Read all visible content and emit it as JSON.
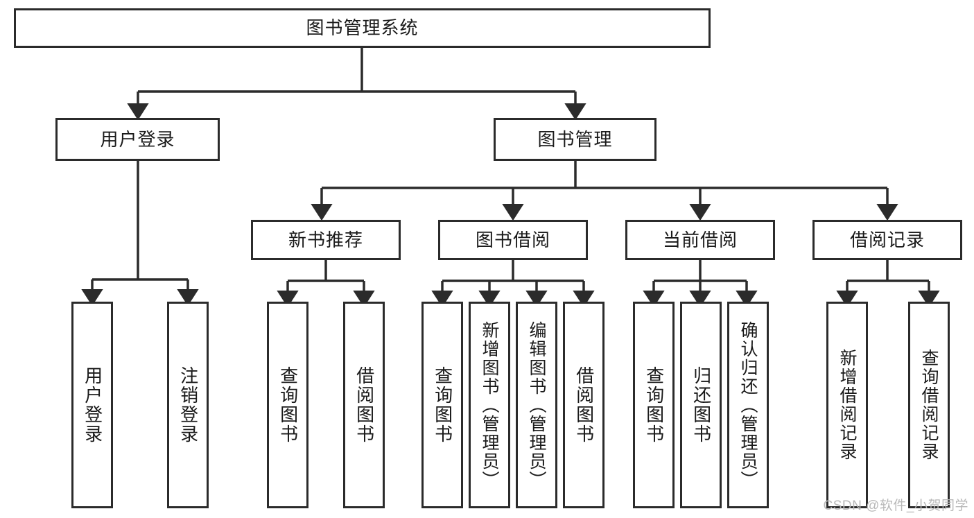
{
  "diagram": {
    "title": "图书管理系统",
    "watermark": "CSDN @软件_小贺同学",
    "line_color": "#2b2b2b",
    "box_fill": "#ffffff",
    "text_color": "#1a1a1a",
    "watermark_color": "#b8b8b8"
  },
  "nodes": {
    "root": {
      "label": "图书管理系统",
      "level": 1,
      "orientation": "horizontal"
    },
    "user_login": {
      "label": "用户登录",
      "level": 2,
      "orientation": "horizontal"
    },
    "book_manage": {
      "label": "图书管理",
      "level": 2,
      "orientation": "horizontal"
    },
    "new_book_rec": {
      "label": "新书推荐",
      "level": 3,
      "orientation": "horizontal"
    },
    "book_borrow": {
      "label": "图书借阅",
      "level": 3,
      "orientation": "horizontal"
    },
    "current_borrow": {
      "label": "当前借阅",
      "level": 3,
      "orientation": "horizontal"
    },
    "borrow_record": {
      "label": "借阅记录",
      "level": 3,
      "orientation": "horizontal"
    },
    "leaf_user_login": {
      "label": "用户登录",
      "level": 4,
      "orientation": "vertical"
    },
    "leaf_logout": {
      "label": "注销登录",
      "level": 4,
      "orientation": "vertical"
    },
    "leaf_query_book_1": {
      "label": "查询图书",
      "level": 4,
      "orientation": "vertical"
    },
    "leaf_borrow_book_1": {
      "label": "借阅图书",
      "level": 4,
      "orientation": "vertical"
    },
    "leaf_query_book_2": {
      "label": "查询图书",
      "level": 4,
      "orientation": "vertical"
    },
    "leaf_add_book": {
      "label": "新增图书（管理员）",
      "level": 4,
      "orientation": "vertical"
    },
    "leaf_edit_book": {
      "label": "编辑图书（管理员）",
      "level": 4,
      "orientation": "vertical"
    },
    "leaf_borrow_book_2": {
      "label": "借阅图书",
      "level": 4,
      "orientation": "vertical"
    },
    "leaf_query_book_3": {
      "label": "查询图书",
      "level": 4,
      "orientation": "vertical"
    },
    "leaf_return_book": {
      "label": "归还图书",
      "level": 4,
      "orientation": "vertical"
    },
    "leaf_confirm_return": {
      "label": "确认归还（管理员）",
      "level": 4,
      "orientation": "vertical"
    },
    "leaf_add_record": {
      "label": "新增借阅记录",
      "level": 4,
      "orientation": "vertical"
    },
    "leaf_query_record": {
      "label": "查询借阅记录",
      "level": 4,
      "orientation": "vertical"
    }
  },
  "hierarchy": [
    {
      "parent": "root",
      "children": [
        "user_login",
        "book_manage"
      ]
    },
    {
      "parent": "user_login",
      "children": [
        "leaf_user_login",
        "leaf_logout"
      ]
    },
    {
      "parent": "book_manage",
      "children": [
        "new_book_rec",
        "book_borrow",
        "current_borrow",
        "borrow_record"
      ]
    },
    {
      "parent": "new_book_rec",
      "children": [
        "leaf_query_book_1",
        "leaf_borrow_book_1"
      ]
    },
    {
      "parent": "book_borrow",
      "children": [
        "leaf_query_book_2",
        "leaf_add_book",
        "leaf_edit_book",
        "leaf_borrow_book_2"
      ]
    },
    {
      "parent": "current_borrow",
      "children": [
        "leaf_query_book_3",
        "leaf_return_book",
        "leaf_confirm_return"
      ]
    },
    {
      "parent": "borrow_record",
      "children": [
        "leaf_add_record",
        "leaf_query_record"
      ]
    }
  ]
}
